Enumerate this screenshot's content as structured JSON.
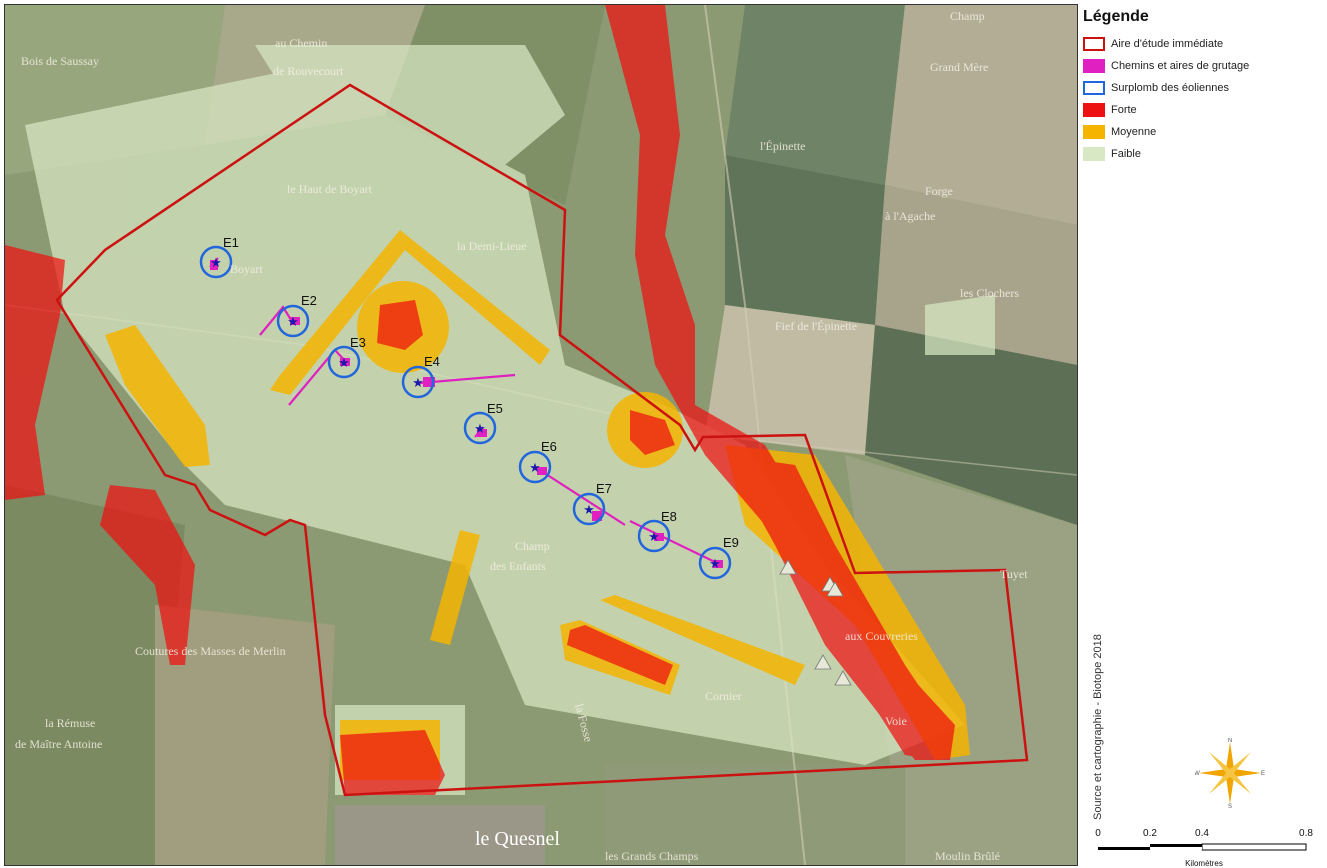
{
  "legend": {
    "title": "Légende",
    "items": [
      {
        "label": "Aire d'étude immédiate",
        "fill": "transparent",
        "border": "#cc1111"
      },
      {
        "label": "Chemins et aires de grutage",
        "fill": "#e020c0",
        "border": "#e020c0"
      },
      {
        "label": "Surplomb des éoliennes",
        "fill": "transparent",
        "border": "#2266dd"
      },
      {
        "label": "Forte",
        "fill": "#ee1111",
        "border": "#ee1111"
      },
      {
        "label": "Moyenne",
        "fill": "#f5b400",
        "border": "#f5b400"
      },
      {
        "label": "Faible",
        "fill": "#d8e8c4",
        "border": "#d8e8c4"
      }
    ]
  },
  "turbines": [
    {
      "id": "E1"
    },
    {
      "id": "E2"
    },
    {
      "id": "E3"
    },
    {
      "id": "E4"
    },
    {
      "id": "E5"
    },
    {
      "id": "E6"
    },
    {
      "id": "E7"
    },
    {
      "id": "E8"
    },
    {
      "id": "E9"
    }
  ],
  "places": [
    "Bois de Saussay",
    "au Chemin",
    "de Rouvecourt",
    "le Haut de Boyart",
    "la Demi-Lieue",
    "Boyart",
    "Champ",
    "Grand Mère",
    "l'Épinette",
    "à l'Agache",
    "Forge",
    "les Clochers",
    "Fief de l'Épinette",
    "Champ",
    "des Enfants",
    "Tuyet",
    "aux Couvreries",
    "Coutures des Masses de Merlin",
    "la Rémuse",
    "de Maître Antoine",
    "le Quesnel",
    "les Grands Champs",
    "Voie",
    "Cornier",
    "Moulin Brûlé",
    "la Fosse"
  ],
  "source": "Source et cartographie - Biotope 2018",
  "scale": {
    "ticks": [
      "0",
      "0.2",
      "0.4",
      "0.8"
    ],
    "units": "Kilomètres"
  },
  "compass": {
    "n": "N",
    "s": "S",
    "e": "E",
    "w": "W"
  },
  "icons": {
    "compass": "compass-rose-icon",
    "turbine": "star-icon",
    "point": "triangle-icon"
  },
  "colors": {
    "study_area": "#cc1111",
    "paths": "#e020c0",
    "overhang": "#2266dd",
    "forte": "#ee1111",
    "moyenne": "#f5b400",
    "faible": "#d8e8c4"
  }
}
